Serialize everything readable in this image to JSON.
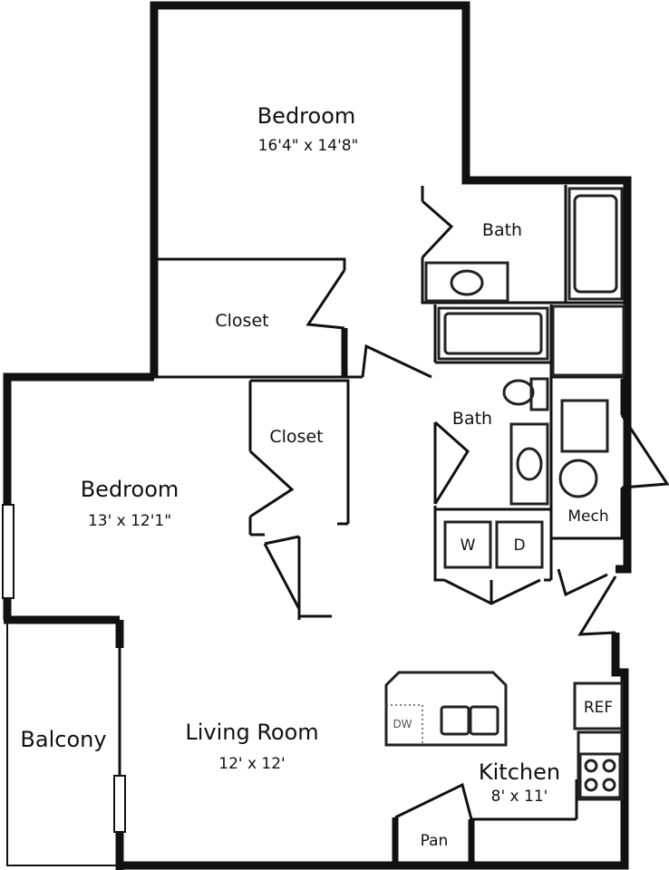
{
  "rooms": {
    "bedroom_1": {
      "name": "Bedroom",
      "dims": "16'4\" x 14'8\""
    },
    "bedroom_2": {
      "name": "Bedroom",
      "dims": "13' x 12'1\""
    },
    "closet_1": "Closet",
    "closet_2": "Closet",
    "bath_1": "Bath",
    "bath_2": "Bath",
    "mech": "Mech",
    "living_room": {
      "name": "Living Room",
      "dims": "12' x 12'"
    },
    "kitchen": {
      "name": "Kitchen",
      "dims": "8' x 11'"
    },
    "balcony": "Balcony",
    "pantry": "Pan"
  },
  "appliances": {
    "washer": "W",
    "dryer": "D",
    "refrigerator": "REF",
    "dishwasher": "DW"
  },
  "colors": {
    "wall": "#111111",
    "fixture": "#222222",
    "background": "#ffffff"
  }
}
